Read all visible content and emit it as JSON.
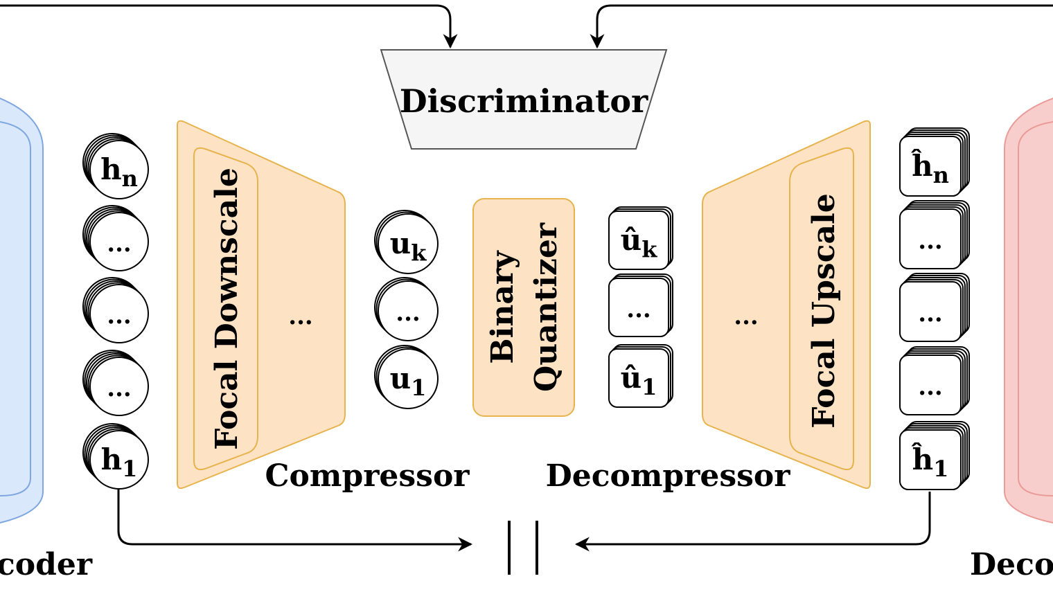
{
  "colors": {
    "encoder_fill": "#dae8fc",
    "encoder_stroke": "#7ea6e0",
    "decoder_fill": "#f8cecc",
    "decoder_stroke": "#ea9a97",
    "orange_fill": "#fde2c4",
    "orange_stroke": "#e6b34d",
    "discriminator_fill": "#f5f5f5",
    "discriminator_stroke": "#555555",
    "line": "#000000"
  },
  "labels": {
    "encoder": "coder",
    "decoder": "Decod",
    "discriminator": "Discriminator",
    "compressor": "Compressor",
    "decompressor": "Decompressor",
    "focal_downscale": "Focal Downscale",
    "focal_upscale": "Focal Upscale",
    "binary_quantizer_line1": "Binary",
    "binary_quantizer_line2": "Quantizer",
    "downscale_ellipsis": "...",
    "upscale_ellipsis": "...",
    "concat_symbol": "||"
  },
  "hidden_states": [
    {
      "base": "h",
      "sub": "n"
    },
    {
      "base": "...",
      "sub": ""
    },
    {
      "base": "...",
      "sub": ""
    },
    {
      "base": "...",
      "sub": ""
    },
    {
      "base": "h",
      "sub": "1"
    }
  ],
  "compressed": [
    {
      "base": "u",
      "sub": "k"
    },
    {
      "base": "...",
      "sub": ""
    },
    {
      "base": "u",
      "sub": "1"
    }
  ],
  "decompressed": [
    {
      "base": "û",
      "sub": "k"
    },
    {
      "base": "...",
      "sub": ""
    },
    {
      "base": "û",
      "sub": "1"
    }
  ],
  "reconstructed": [
    {
      "base": "ĥ",
      "sub": "n"
    },
    {
      "base": "...",
      "sub": ""
    },
    {
      "base": "...",
      "sub": ""
    },
    {
      "base": "...",
      "sub": ""
    },
    {
      "base": "ĥ",
      "sub": "1"
    }
  ]
}
